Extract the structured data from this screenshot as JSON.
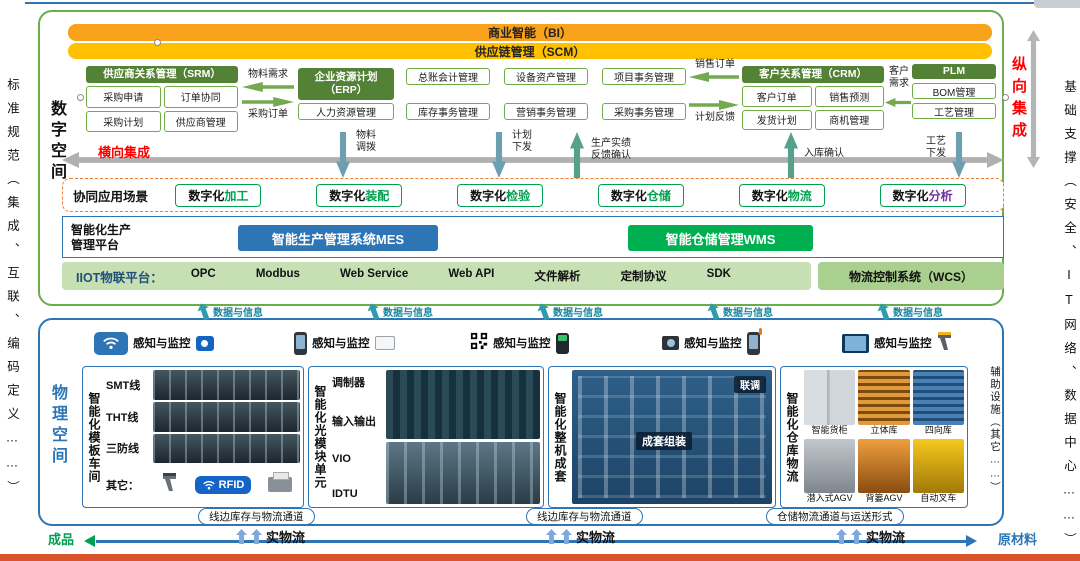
{
  "palette": {
    "green_border": "#6AAE4C",
    "module_green": "#538135",
    "blue": "#2E75B6",
    "bi_orange": "#F9A21B",
    "scm_gold": "#FFC000",
    "mes_blue": "#2E75B6",
    "wms_green": "#00B050",
    "iiot_green": "#C6E0B4",
    "wcs_green": "#A9D08E",
    "red": "#FF0000",
    "bottom_bar": "#D9542B",
    "scenario_accent_green": "#00A050",
    "scenario_accent_purple": "#7030A0"
  },
  "rails": {
    "left": "标准规范（集成、互联、编码定义……）",
    "right": "基础支撑（安全、IT网络、数据中心……）"
  },
  "digital": {
    "space_label": "数字空间",
    "vertical_integration_label": "纵向集成",
    "bi_bar": "商业智能（BI）",
    "scm_bar": "供应链管理（SCM）",
    "srm": {
      "title": "供应商关系管理（SRM）",
      "items": [
        "采购申请",
        "订单协同",
        "采购计划",
        "供应商管理"
      ]
    },
    "erp": {
      "title": "企业资源计划（ERP）",
      "row1": [
        "总账会计管理",
        "设备资产管理",
        "项目事务管理"
      ],
      "row2": [
        "人力资源管理",
        "库存事务管理",
        "营销事务管理",
        "采购事务管理"
      ]
    },
    "crm": {
      "title": "客户关系管理（CRM）",
      "items": [
        "客户订单",
        "销售预测",
        "发货计划",
        "商机管理"
      ]
    },
    "plm": {
      "title": "PLM",
      "items": [
        "BOM管理",
        "工艺管理"
      ]
    },
    "links": {
      "material_demand": "物料需求",
      "purchase_order": "采购订单",
      "sales_order": "销售订单",
      "plan_feedback": "计划反馈",
      "customer_demand": "客户需求",
      "horizontal_integration": "横向集成",
      "material_transfer": "物料调拨",
      "plan_issue": "计划下发",
      "production_feedback": "生产实绩反馈确认",
      "inbound_confirm": "入库确认",
      "process_issue": "工艺下发"
    },
    "scenarios": {
      "label": "协同应用场景",
      "items": [
        {
          "prefix": "数字化",
          "accent": "加工"
        },
        {
          "prefix": "数字化",
          "accent": "装配"
        },
        {
          "prefix": "数字化",
          "accent": "检验"
        },
        {
          "prefix": "数字化",
          "accent": "仓储"
        },
        {
          "prefix": "数字化",
          "accent": "物流"
        },
        {
          "prefix": "数字化",
          "accent": "分析"
        }
      ]
    },
    "platform": {
      "label": "智能化生产管理平台",
      "mes": "智能生产管理系统MES",
      "wms": "智能仓储管理WMS"
    },
    "iiot": {
      "label": "IIOT物联平台：",
      "protocols": [
        "OPC",
        "Modbus",
        "Web Service",
        "Web API",
        "文件解析",
        "定制协议",
        "SDK"
      ],
      "wcs": "物流控制系统（WCS）"
    }
  },
  "data_flow": {
    "label": "数据与信息"
  },
  "physical": {
    "space_label": "物理空间",
    "aux_label": "辅助设施（其它……）",
    "sensing_label": "感知与监控",
    "workshop_smt": {
      "title": "智能化模板车间",
      "lines": [
        "SMT线",
        "THT线",
        "三防线",
        "其它："
      ],
      "rfid": "RFID"
    },
    "workshop_optical": {
      "title": "智能化光模块单元",
      "items": [
        "调制器",
        "输入输出",
        "VIO",
        "IDTU"
      ]
    },
    "workshop_assembly": {
      "title": "智能化整机成套",
      "chips": [
        "联调",
        "成套组装"
      ]
    },
    "workshop_warehouse": {
      "title": "智能化仓库物流",
      "cells": [
        "智能货柜",
        "立体库",
        "四向库",
        "潜入式AGV",
        "背篓AGV",
        "自动叉车"
      ]
    },
    "channels": {
      "line_side": "线边库存与物流通道",
      "warehouse": "仓储物流通道与运送形式"
    },
    "flow_label": "实物流",
    "finished_goods": "成品",
    "raw_materials": "原材料"
  }
}
